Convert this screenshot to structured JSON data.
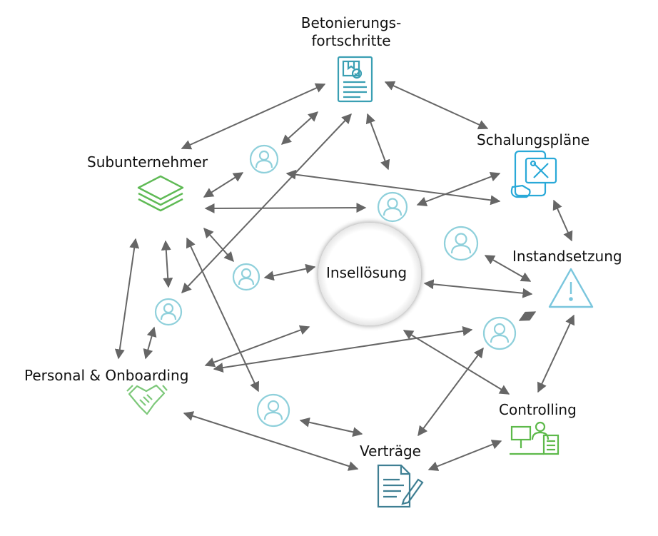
{
  "center": {
    "label": "Insellösung"
  },
  "nodes": {
    "betonierungsfortschritte": {
      "label_line1": "Betonierungs-",
      "label_line2": "fortschritte",
      "icon": "certificate-document-icon",
      "color": "#3a9fb3"
    },
    "schalungsplaene": {
      "label": "Schalungspläne",
      "icon": "tablet-tools-icon",
      "color": "#29a9d8"
    },
    "instandsetzung": {
      "label": "Instandsetzung",
      "icon": "warning-triangle-icon",
      "color": "#7ac6dd"
    },
    "controlling": {
      "label": "Controlling",
      "icon": "desk-worker-icon",
      "color": "#5db94a"
    },
    "vertraege": {
      "label": "Verträge",
      "icon": "contract-pen-icon",
      "color": "#3f7f93"
    },
    "personal": {
      "label": "Personal & Onboarding",
      "icon": "handshake-icon",
      "color": "#7dc87a"
    },
    "subunternehmer": {
      "label": "Subunternehmer",
      "icon": "layers-stack-icon",
      "color": "#5fba55"
    }
  },
  "colors": {
    "person": "#8fd0db",
    "arrow": "#666666",
    "center_fill": "#ffffff"
  }
}
